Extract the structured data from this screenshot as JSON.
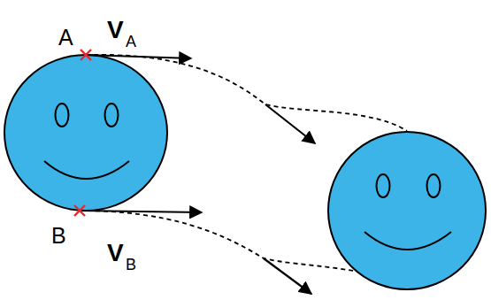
{
  "diagram": {
    "labels": [
      "A",
      "V",
      "A",
      "B",
      "V",
      "B"
    ]
  }
}
